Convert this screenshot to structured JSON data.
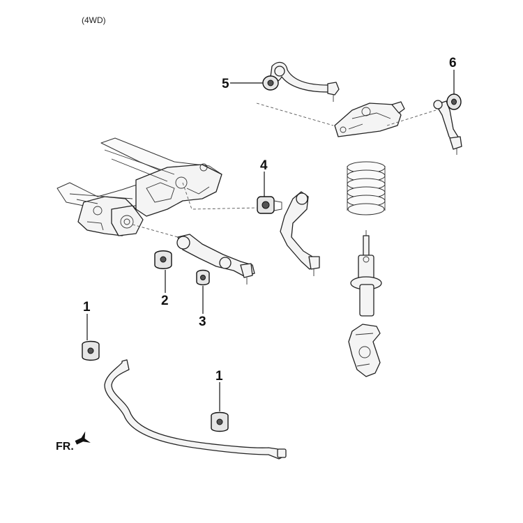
{
  "diagram": {
    "variant_label": "(4WD)",
    "direction_label": "FR.",
    "callouts": [
      {
        "id": "stabilizer-bushing-left",
        "number": "1"
      },
      {
        "id": "lower-arm-bushing-front",
        "number": "2"
      },
      {
        "id": "lower-arm-bushing-rear",
        "number": "3"
      },
      {
        "id": "tension-arm-bushing",
        "number": "4"
      },
      {
        "id": "upper-arm-bushing",
        "number": "5"
      },
      {
        "id": "upper-arm-bushing-right",
        "number": "6"
      },
      {
        "id": "stabilizer-bushing-right",
        "number": "1"
      }
    ]
  }
}
